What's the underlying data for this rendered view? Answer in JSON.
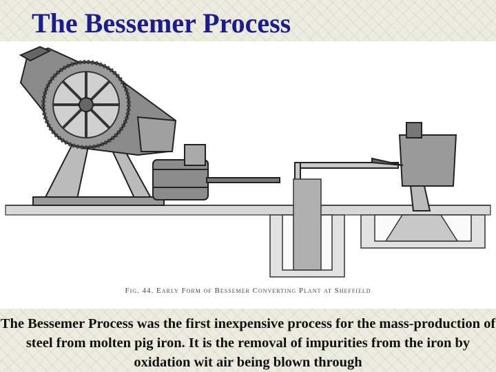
{
  "slide": {
    "title": "The Bessemer Process",
    "figure": {
      "caption": "Fig. 44.  Early Form of Bessemer Converting Plant at Sheffield"
    },
    "body": "The Bessemer Process was the first inexpensive process for the mass-production of steel from molten pig iron. It is the removal of impurities from the iron by oxidation wit air being blown through"
  },
  "colors": {
    "title": "#1c1c8c",
    "background": "#ecece0",
    "figure_background": "#ffffff"
  }
}
